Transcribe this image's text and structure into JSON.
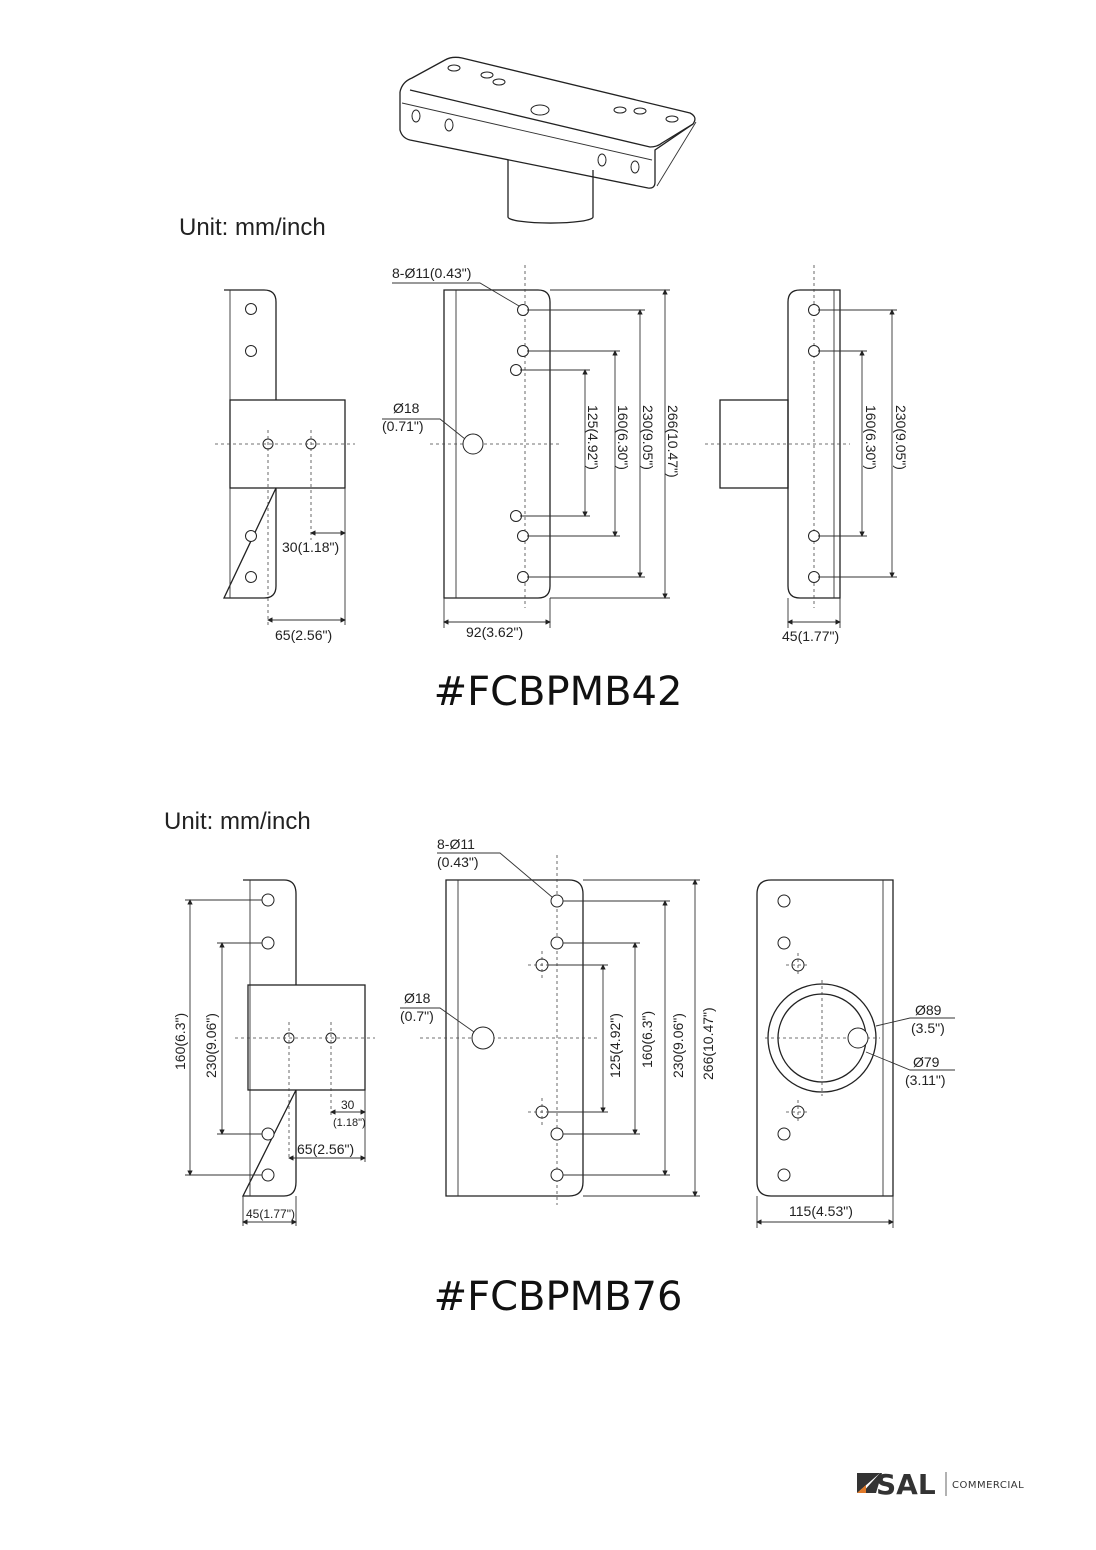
{
  "model_1": {
    "unit_label": "Unit: mm/inch",
    "title": "#FCBPMB42",
    "dims": {
      "holes": "8-Ø11(0.43\")",
      "center_hole_1": "Ø18",
      "center_hole_2": "(0.71\")",
      "d30": "30(1.18\")",
      "d65": "65(2.56\")",
      "d92": "92(3.62\")",
      "d45": "45(1.77\")",
      "d125": "125(4.92\")",
      "d160": "160(6.30\")",
      "d230": "230(9.05\")",
      "d266": "266(10.47\")",
      "r160": "160(6.30\")",
      "r230": "230(9.05\")"
    }
  },
  "model_2": {
    "unit_label": "Unit: mm/inch",
    "title": "#FCBPMB76",
    "dims": {
      "holes_1": "8-Ø11",
      "holes_2": "(0.43\")",
      "center_hole_1": "Ø18",
      "center_hole_2": "(0.7\")",
      "l160": "160(6.3\")",
      "l230": "230(9.06\")",
      "d30_1": "30",
      "d30_2": "(1.18\")",
      "d65": "65(2.56\")",
      "d45": "45(1.77\")",
      "d125": "125(4.92\")",
      "d160": "160(6.3\")",
      "d230": "230(9.06\")",
      "d266": "266(10.47\")",
      "tube_outer_1": "Ø89",
      "tube_outer_2": "(3.5\")",
      "tube_inner_1": "Ø79",
      "tube_inner_2": "(3.11\")",
      "d115": "115(4.53\")"
    }
  },
  "logo": {
    "brand": "SAL",
    "division": "COMMERCIAL",
    "accent": "#e07a2a"
  }
}
